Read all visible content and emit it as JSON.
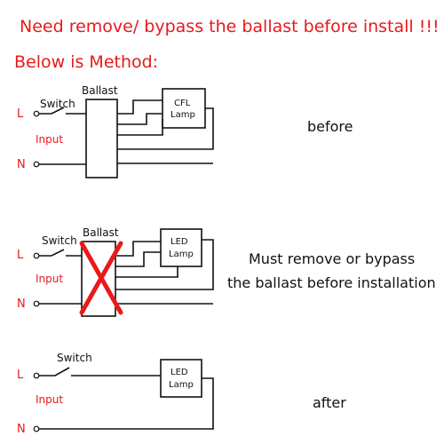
{
  "header": {
    "line1": "Need remove/ bypass the ballast before install !!!",
    "line2": "Below is Method:"
  },
  "diagram_before": {
    "l_label": "L",
    "n_label": "N",
    "switch_label": "Switch",
    "input_label": "Input",
    "ballast_label": "Ballast",
    "lamp_line1": "CFL",
    "lamp_line2": "Lamp",
    "caption": "before"
  },
  "diagram_bypass": {
    "l_label": "L",
    "n_label": "N",
    "switch_label": "Switch",
    "input_label": "Input",
    "ballast_label": "Ballast",
    "lamp_line1": "LED",
    "lamp_line2": "Lamp",
    "caption_line1": "Must remove or bypass",
    "caption_line2": "the ballast before installation"
  },
  "diagram_after": {
    "l_label": "L",
    "n_label": "N",
    "switch_label": "Switch",
    "input_label": "Input",
    "lamp_line1": "LED",
    "lamp_line2": "Lamp",
    "caption": "after"
  },
  "colors": {
    "accent_red": "#e8191b",
    "line_black": "#111111"
  }
}
